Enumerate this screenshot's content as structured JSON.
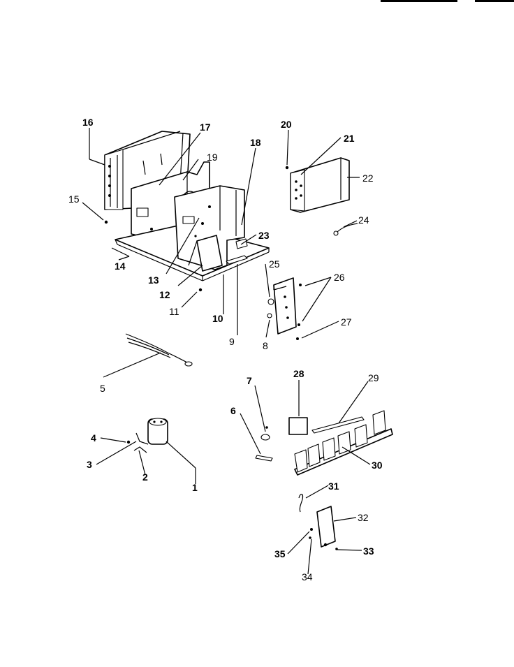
{
  "diagram": {
    "callouts": [
      {
        "id": "1",
        "label": "1"
      },
      {
        "id": "2",
        "label": "2"
      },
      {
        "id": "3",
        "label": "3"
      },
      {
        "id": "4",
        "label": "4"
      },
      {
        "id": "5",
        "label": "5"
      },
      {
        "id": "6",
        "label": "6"
      },
      {
        "id": "7",
        "label": "7"
      },
      {
        "id": "8",
        "label": "8"
      },
      {
        "id": "9",
        "label": "9"
      },
      {
        "id": "10",
        "label": "10"
      },
      {
        "id": "11",
        "label": "11"
      },
      {
        "id": "12",
        "label": "12"
      },
      {
        "id": "13",
        "label": "13"
      },
      {
        "id": "14",
        "label": "14"
      },
      {
        "id": "15",
        "label": "15"
      },
      {
        "id": "16",
        "label": "16"
      },
      {
        "id": "17",
        "label": "17"
      },
      {
        "id": "18",
        "label": "18"
      },
      {
        "id": "19",
        "label": "19"
      },
      {
        "id": "20",
        "label": "20"
      },
      {
        "id": "21",
        "label": "21"
      },
      {
        "id": "22",
        "label": "22"
      },
      {
        "id": "23",
        "label": "23"
      },
      {
        "id": "24",
        "label": "24"
      },
      {
        "id": "25",
        "label": "25"
      },
      {
        "id": "26",
        "label": "26"
      },
      {
        "id": "27",
        "label": "27"
      },
      {
        "id": "28",
        "label": "28"
      },
      {
        "id": "29",
        "label": "29"
      },
      {
        "id": "30",
        "label": "30"
      },
      {
        "id": "31",
        "label": "31"
      },
      {
        "id": "32",
        "label": "32"
      },
      {
        "id": "33",
        "label": "33"
      },
      {
        "id": "34",
        "label": "34"
      },
      {
        "id": "35",
        "label": "35"
      }
    ]
  }
}
